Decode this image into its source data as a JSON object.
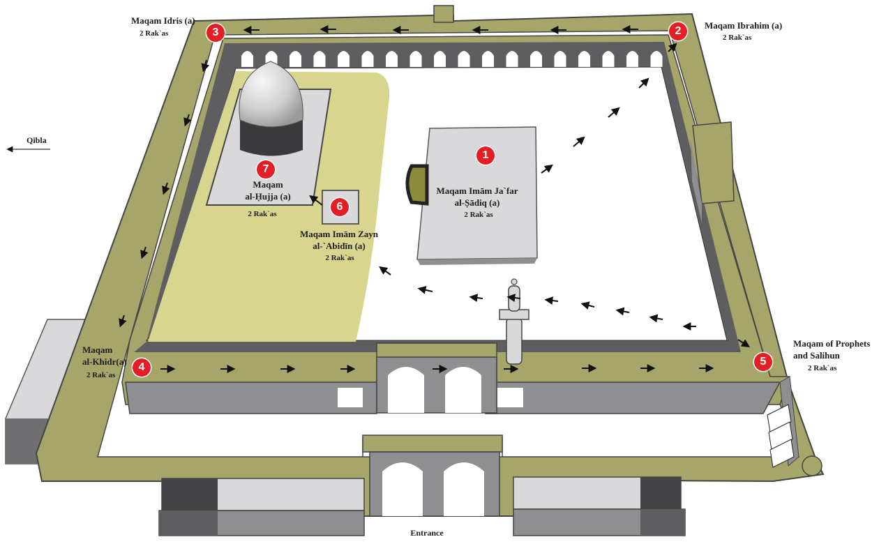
{
  "compass": {
    "label": "Qibla"
  },
  "entrance": {
    "label": "Entrance"
  },
  "stations": [
    {
      "number": "1",
      "name_lines": [
        "Maqam Imām Ja`far",
        "al-Ṣādiq (a)"
      ],
      "prayer": "2 Rak`as"
    },
    {
      "number": "2",
      "name_lines": [
        "Maqam Ibrahim (a)"
      ],
      "prayer": "2 Rak`as"
    },
    {
      "number": "3",
      "name_lines": [
        "Maqam Idris (a)"
      ],
      "prayer": "2 Rak`as"
    },
    {
      "number": "4",
      "name_lines": [
        "Maqam",
        "al-Khidr(a)"
      ],
      "prayer": "2 Rak`as"
    },
    {
      "number": "5",
      "name_lines": [
        "Maqam of Prophets",
        "and Salihun"
      ],
      "prayer": "2 Rak`as"
    },
    {
      "number": "6",
      "name_lines": [
        "Maqam Imām Zayn",
        "al-`Abidīn (a)"
      ],
      "prayer": "2 Rak`as"
    },
    {
      "number": "7",
      "name_lines": [
        "Maqam",
        "al-Ḥujja (a)"
      ],
      "prayer": "2 Rak`as"
    }
  ],
  "colors": {
    "wall_top": "#a6a66a",
    "wall_side": "#8f8f92",
    "inner_wall": "#5e5e60",
    "courtyard": "#ffffff",
    "prayer_area": "#d8d58e",
    "platform": "#d9d9dc",
    "badge": "#e31e24",
    "arrow": "#111111"
  }
}
